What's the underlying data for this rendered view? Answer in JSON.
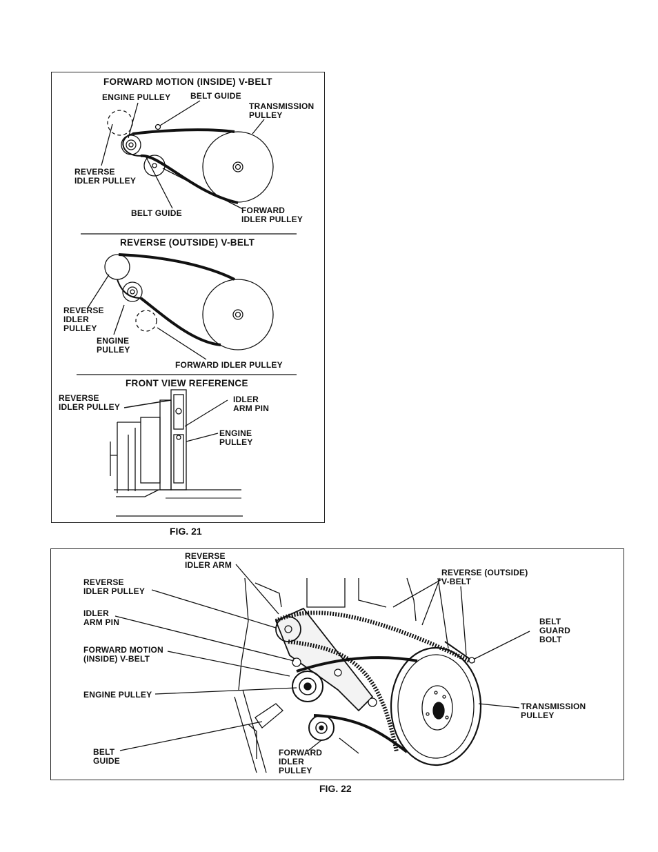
{
  "fig21": {
    "caption": "FIG. 21",
    "forward": {
      "heading": "FORWARD MOTION (INSIDE) V-BELT",
      "engine_pulley": "ENGINE PULLEY",
      "belt_guide_top": "BELT GUIDE",
      "transmission_pulley": "TRANSMISSION\nPULLEY",
      "reverse_idler_pulley": "REVERSE\nIDLER PULLEY",
      "belt_guide_bottom": "BELT GUIDE",
      "forward_idler_pulley": "FORWARD\nIDLER PULLEY"
    },
    "reverse": {
      "heading": "REVERSE (OUTSIDE) V-BELT",
      "reverse_idler_pulley": "REVERSE\nIDLER\nPULLEY",
      "engine_pulley": "ENGINE\nPULLEY",
      "forward_idler_pulley": "FORWARD IDLER PULLEY"
    },
    "front": {
      "heading": "FRONT VIEW REFERENCE",
      "reverse_idler_pulley": "REVERSE\nIDLER PULLEY",
      "idler_arm_pin": "IDLER\nARM PIN",
      "engine_pulley": "ENGINE\nPULLEY"
    }
  },
  "fig22": {
    "caption": "FIG. 22",
    "reverse_idler_arm": "REVERSE\nIDLER ARM",
    "reverse_outside_vbelt": "REVERSE (OUTSIDE)\nV-BELT",
    "reverse_idler_pulley": "REVERSE\nIDLER PULLEY",
    "idler_arm_pin": "IDLER\nARM PIN",
    "forward_motion_vbelt": "FORWARD MOTION\n(INSIDE) V-BELT",
    "engine_pulley": "ENGINE PULLEY",
    "belt_guard_bolt": "BELT\nGUARD\nBOLT",
    "transmission_pulley": "TRANSMISSION\nPULLEY",
    "belt_guide": "BELT\nGUIDE",
    "forward_idler_pulley": "FORWARD\nIDLER\nPULLEY"
  }
}
